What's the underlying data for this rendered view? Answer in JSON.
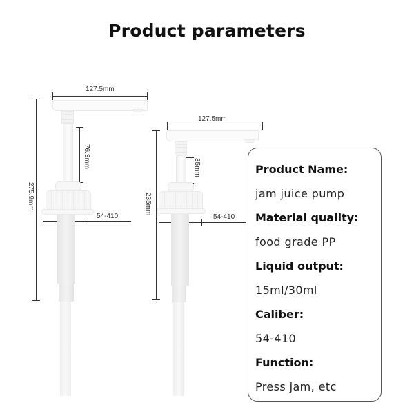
{
  "title": "Product parameters",
  "pump_large": {
    "width_label": "127.5mm",
    "stroke_label": "76.3mm",
    "height_label": "275.9mm",
    "caliber_label": "54-410"
  },
  "pump_small": {
    "width_label": "127.5mm",
    "stroke_label": "35mm",
    "height_label": "235mm",
    "caliber_label": "54-410"
  },
  "specs": [
    {
      "label": "Product Name:",
      "value": "jam juice pump"
    },
    {
      "label": "Material quality:",
      "value": "food grade PP"
    },
    {
      "label": "Liquid output:",
      "value": "15ml/30ml"
    },
    {
      "label": "Caliber:",
      "value": "54-410"
    },
    {
      "label": "Function:",
      "value": "Press jam, etc"
    }
  ]
}
